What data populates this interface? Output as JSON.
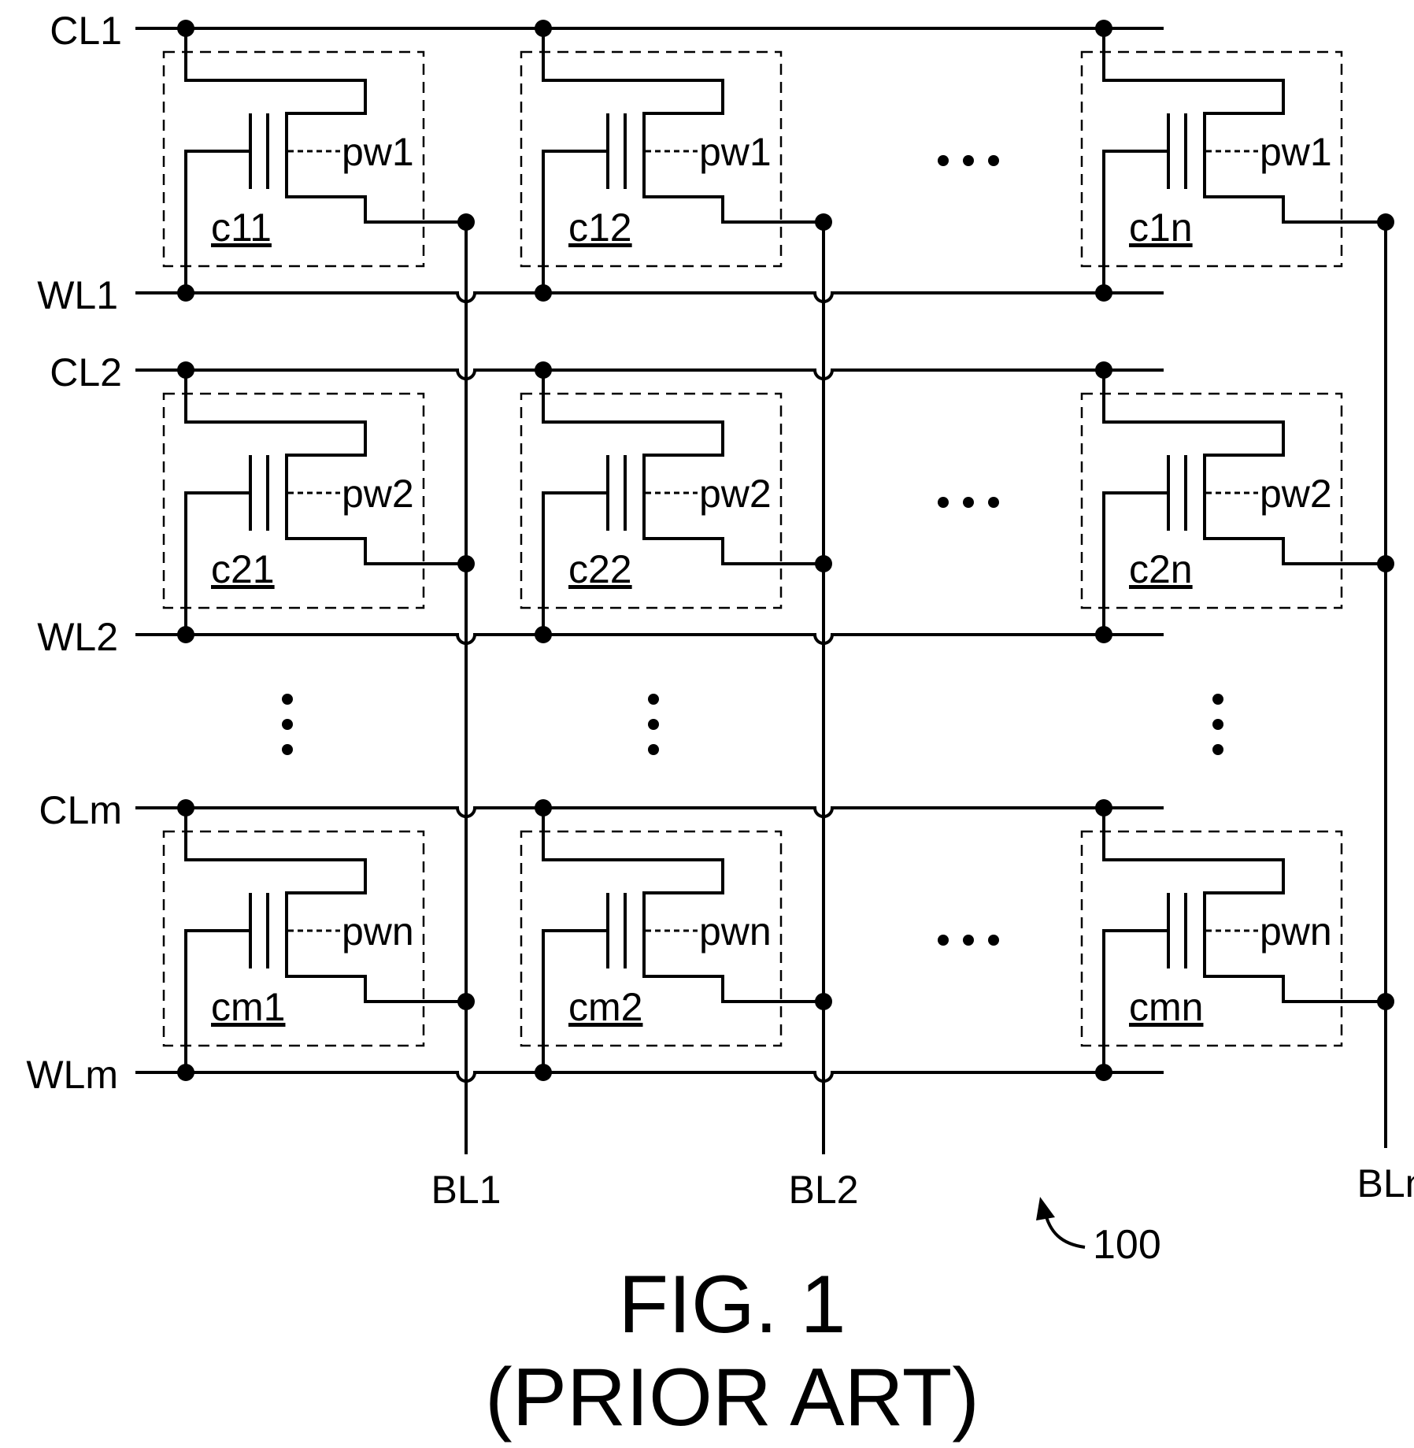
{
  "rows": [
    {
      "cl": "CL1",
      "wl": "WL1",
      "pw": "pw1",
      "cells": [
        "c11",
        "c12",
        "c1n"
      ]
    },
    {
      "cl": "CL2",
      "wl": "WL2",
      "pw": "pw2",
      "cells": [
        "c21",
        "c22",
        "c2n"
      ]
    },
    {
      "cl": "CLm",
      "wl": "WLm",
      "pw": "pwn",
      "cells": [
        "cm1",
        "cm2",
        "cmn"
      ]
    }
  ],
  "bitlines": [
    "BL1",
    "BL2",
    "BLn"
  ],
  "reference": "100",
  "figure": {
    "title": "FIG. 1",
    "subtitle": "(PRIOR ART)"
  }
}
